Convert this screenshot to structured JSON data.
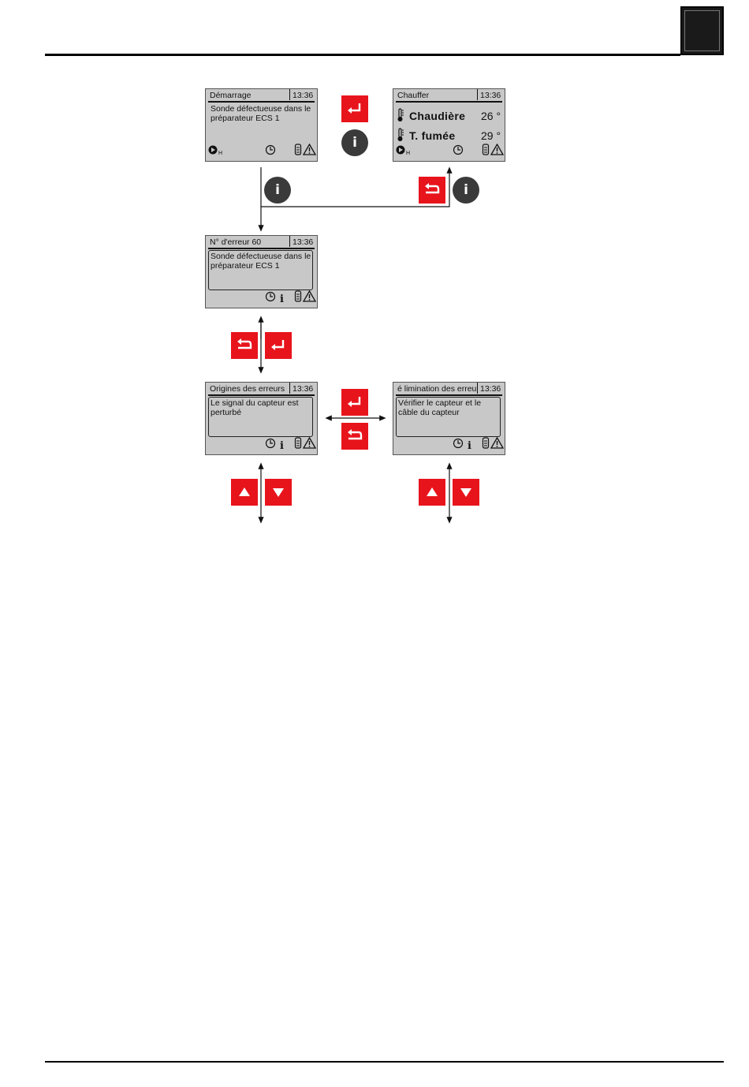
{
  "screens": {
    "startup": {
      "title": "Démarrage",
      "time": "13:36",
      "message": "Sonde défectueuse dans le préparateur ECS 1"
    },
    "heating": {
      "title": "Chauffer",
      "time": "13:36",
      "row1_label": "Chaudière",
      "row1_value": "26 °",
      "row2_label": "T. fumée",
      "row2_value": "29 °"
    },
    "error_number": {
      "title": "N° d'erreur 60",
      "time": "13:36",
      "message": "Sonde défectueuse dans le préparateur ECS 1"
    },
    "error_origins": {
      "title": "Origines des erreurs",
      "time": "13:36",
      "message": "Le signal du capteur est perturbé"
    },
    "error_elimination": {
      "title": "é limination des erreurs",
      "time": "13:36",
      "message": "Vérifier le capteur et le câble du capteur"
    }
  },
  "icons": {
    "info_glyph": "i",
    "play_sub": "H"
  },
  "colors": {
    "button_red": "#e8141c",
    "info_dark": "#3a3a3a",
    "lcd_bg": "#c8c8c8"
  }
}
